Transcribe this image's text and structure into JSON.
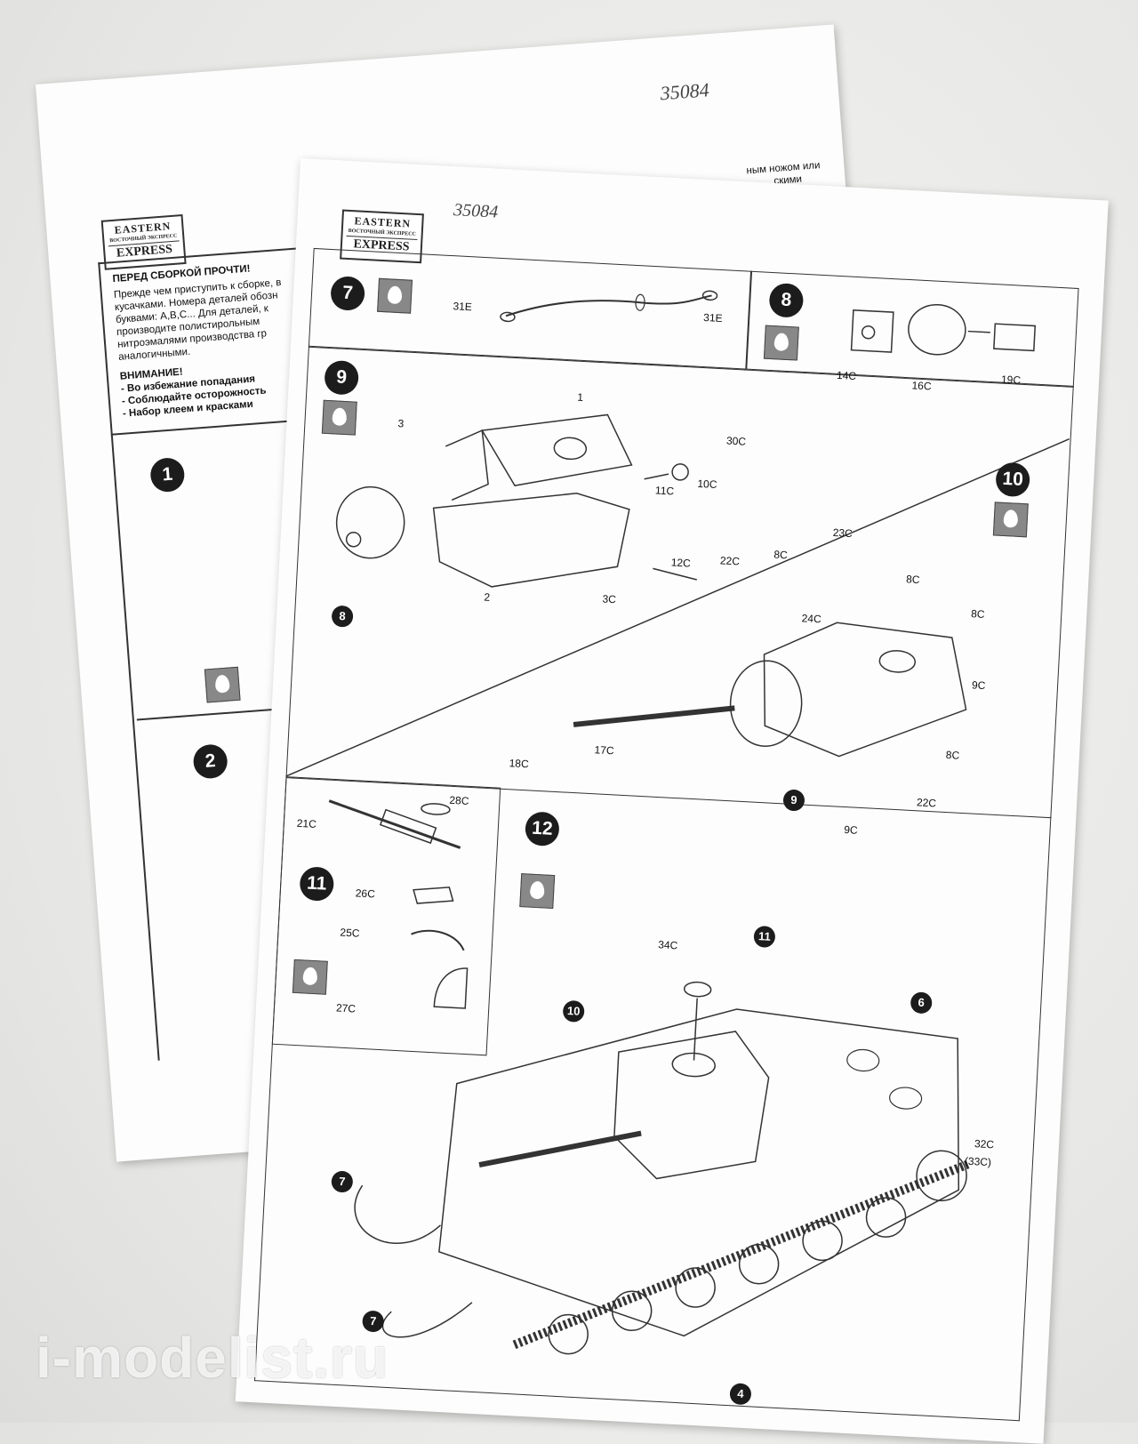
{
  "back_sheet": {
    "brand": {
      "line1": "EASTERN",
      "line2": "ВОСТОЧНЫЙ ЭКСПРЕСС",
      "line3": "EXPRESS"
    },
    "handwritten_code": "35084",
    "heading": "ПЕРЕД СБОРКОЙ ПРОЧТИ!",
    "lines": [
      "Прежде чем приступить к сборке, в",
      "кусачками. Номера деталей обозн",
      "буквами: A,B,C... Для деталей, к",
      "производите  полистирольным",
      "нитроэмалями производства гр",
      "аналогичными."
    ],
    "right_fragments": [
      "ным ножом или",
      "скими"
    ],
    "warning_title": "ВНИМАНИЕ!",
    "warnings": [
      "- Во избежание попадания",
      "- Соблюдайте осторожность",
      "- Набор клеем и красками"
    ],
    "steps": [
      "1",
      "2"
    ]
  },
  "front_sheet": {
    "brand": {
      "line1": "EASTERN",
      "line2": "ВОСТОЧНЫЙ ЭКСПРЕСС",
      "line3": "EXPRESS"
    },
    "handwritten_code": "35084",
    "steps": [
      {
        "num": "7",
        "parts": [
          "31E",
          "31E"
        ]
      },
      {
        "num": "8",
        "parts": [
          "14C",
          "16C",
          "19C"
        ]
      },
      {
        "num": "9",
        "parts": [
          "1",
          "2",
          "3",
          "11C",
          "10C",
          "30C",
          "8"
        ]
      },
      {
        "num": "10",
        "parts": [
          "23C",
          "12C",
          "22C",
          "8C",
          "8C",
          "8C",
          "3C",
          "24C",
          "9C",
          "17C",
          "18C",
          "8C",
          "9",
          "22C",
          "9C"
        ]
      },
      {
        "num": "11",
        "parts": [
          "28C",
          "21C",
          "26C",
          "25C",
          "27C"
        ]
      },
      {
        "num": "12",
        "parts": [
          "34C",
          "11",
          "6",
          "10",
          "32C",
          "(33C)",
          "7",
          "7",
          "4"
        ]
      }
    ]
  },
  "watermark": "i-modelist.ru"
}
